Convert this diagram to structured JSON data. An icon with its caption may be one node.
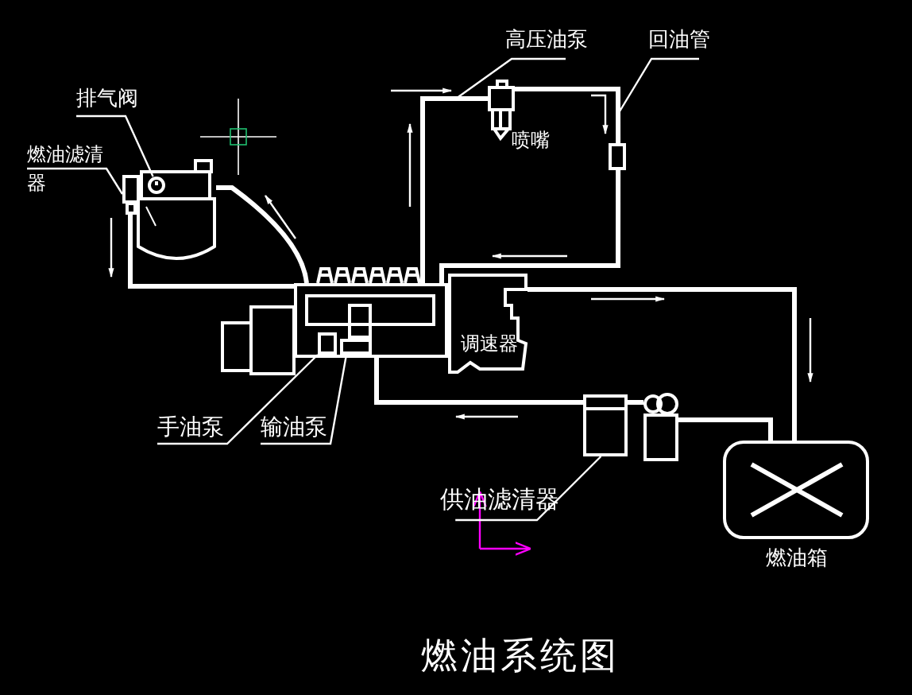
{
  "diagram": {
    "title": "燃油系统图",
    "nodes": [
      {
        "text": [
          "排气阀"
        ]
      },
      {
        "text": [
          "燃油滤清器"
        ]
      },
      {
        "text": [],
        "shape": "box"
      },
      {
        "text": [],
        "shape": "box"
      },
      {
        "text": [],
        "shape": "circle"
      },
      {
        "text": [
          "高压油泵"
        ]
      },
      {
        "text": [
          "回油管"
        ]
      },
      {
        "text": [],
        "shape": "picture",
        "beside": [
          "喷嘴"
        ]
      },
      {
        "text": [],
        "shape": "box"
      },
      {
        "text": [],
        "shape": "box"
      },
      {
        "text": [
          "调速器"
        ]
      },
      {
        "text": [
          "手油泵"
        ]
      },
      {
        "text": [
          "输油泵"
        ]
      },
      {
        "text": [],
        "shape": "box",
        "in": 9
      },
      {
        "text": [],
        "shape": "box",
        "in": 9
      },
      {
        "text": [
          "供油滤清器"
        ]
      },
      {
        "text": [],
        "shape": "box"
      },
      {
        "text": [],
        "shape": "cylinder"
      },
      {
        "text": [
          "燃油箱"
        ]
      }
    ],
    "edges": [
      {
        "from": 0,
        "to": 4,
        "arrow": "none"
      },
      {
        "from": 1,
        "to": 2,
        "arrow": "none"
      },
      {
        "from": 5,
        "to": null,
        "arrow": "none"
      },
      {
        "from": 6,
        "to": null,
        "arrow": "none"
      },
      {
        "from": 11,
        "to": 13,
        "arrow": "none"
      },
      {
        "from": 12,
        "to": 14,
        "arrow": "none"
      },
      {
        "from": 15,
        "to": 16,
        "arrow": "none"
      },
      {
        "from": 9,
        "to": 7,
        "arrow": "none"
      },
      {
        "from": 7,
        "to": 8,
        "arrow": "none"
      },
      {
        "from": 8,
        "to": 9,
        "arrow": "none"
      },
      {
        "from": 9,
        "to": 3,
        "arrow": "none"
      },
      {
        "from": 2,
        "to": 9,
        "arrow": "none"
      },
      {
        "from": 10,
        "to": 18,
        "arrow": "none"
      },
      {
        "from": 17,
        "to": 18,
        "arrow": "none"
      },
      {
        "from": 16,
        "to": 17,
        "arrow": "none"
      },
      {
        "from": 16,
        "to": 9,
        "arrow": "none"
      }
    ]
  }
}
